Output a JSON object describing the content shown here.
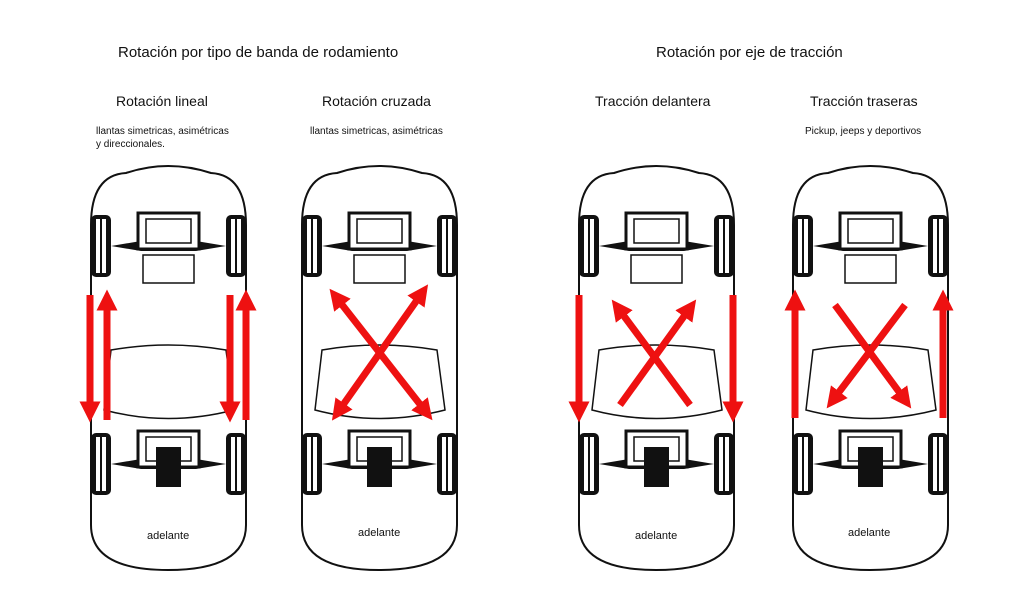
{
  "sections": [
    {
      "title": "Rotación por tipo de banda de rodamiento"
    },
    {
      "title": "Rotación por eje de tracción"
    }
  ],
  "cars": [
    {
      "title": "Rotación lineal",
      "note1": "llantas simetricas, asimétricas",
      "note2": "y direccionales.",
      "front": "adelante"
    },
    {
      "title": "Rotación cruzada",
      "note1": "llantas simetricas, asimétricas",
      "front": "adelante"
    },
    {
      "title": "Tracción delantera",
      "front": "adelante"
    },
    {
      "title": "Tracción traseras",
      "note1": "Pickup, jeeps y deportivos",
      "front": "adelante"
    }
  ],
  "colors": {
    "arrow": "#ee1111",
    "line": "#111111"
  }
}
